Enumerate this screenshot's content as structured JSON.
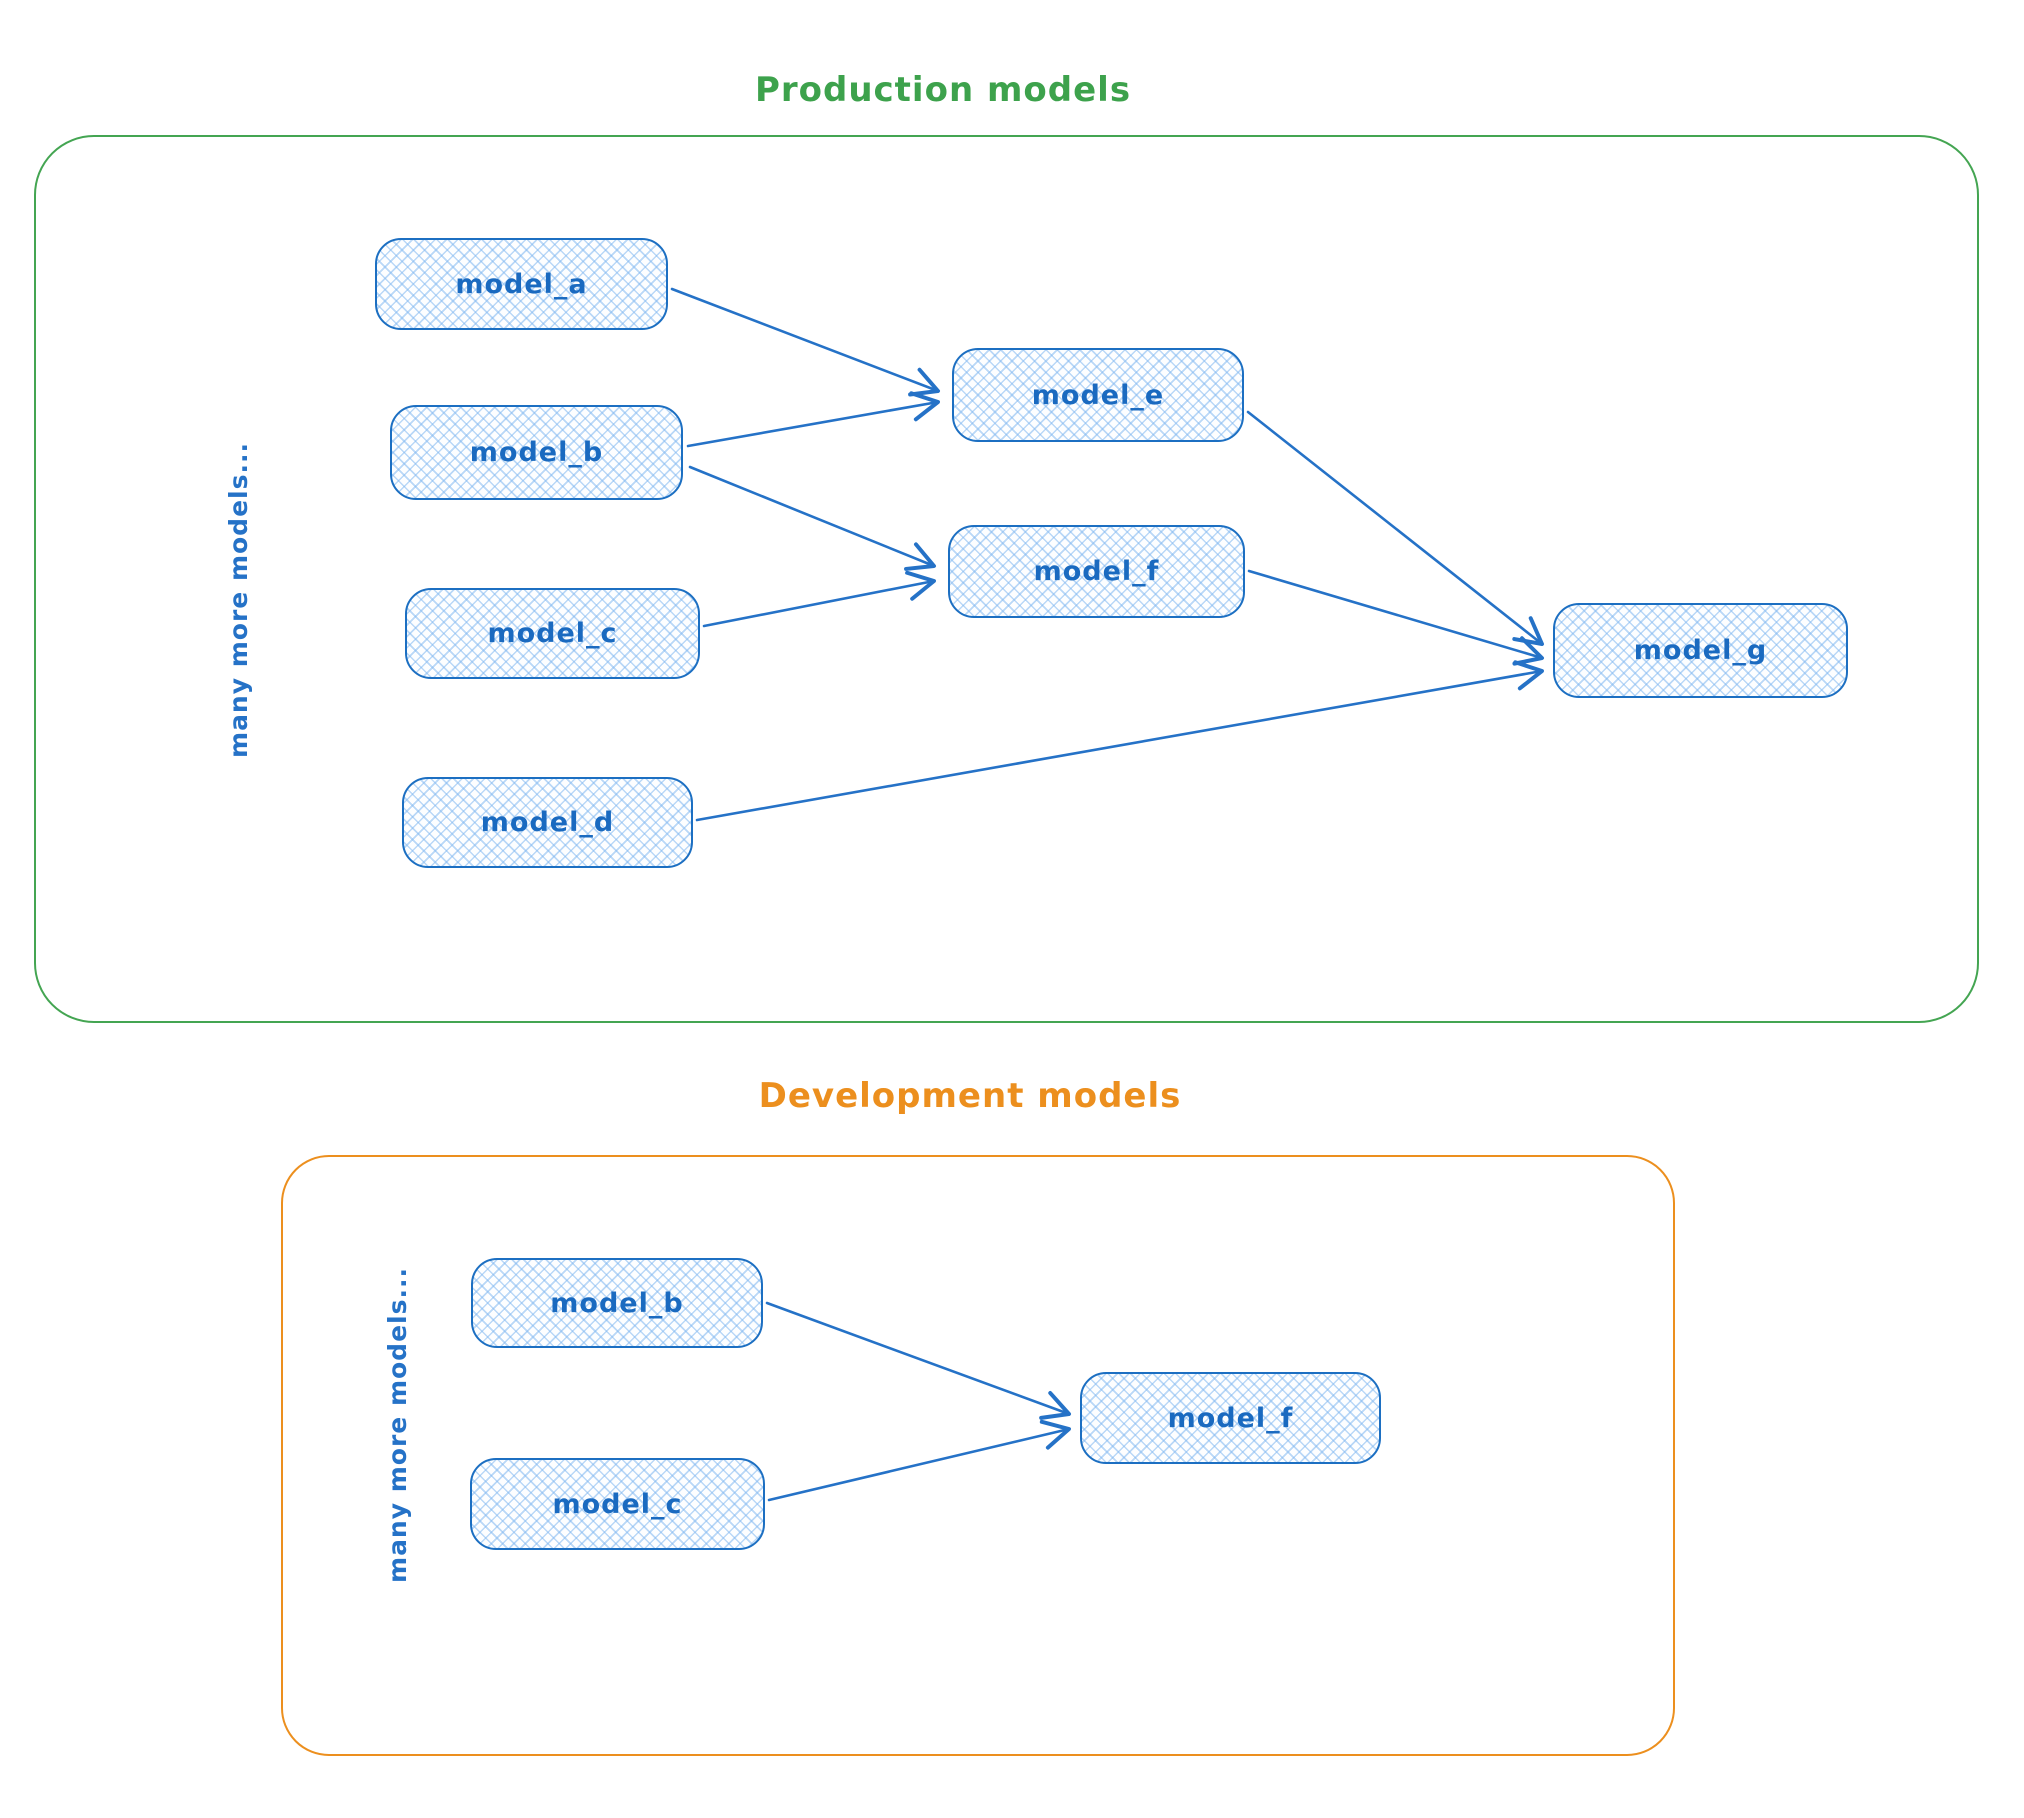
{
  "diagram": {
    "production": {
      "title": "Production models",
      "accent_color": "#3da24c",
      "side_label": "many more models...",
      "nodes": {
        "model_a": "model_a",
        "model_b": "model_b",
        "model_c": "model_c",
        "model_d": "model_d",
        "model_e": "model_e",
        "model_f": "model_f",
        "model_g": "model_g"
      },
      "edges": [
        {
          "from": "model_a",
          "to": "model_e"
        },
        {
          "from": "model_b",
          "to": "model_e"
        },
        {
          "from": "model_b",
          "to": "model_f"
        },
        {
          "from": "model_c",
          "to": "model_f"
        },
        {
          "from": "model_e",
          "to": "model_g"
        },
        {
          "from": "model_f",
          "to": "model_g"
        },
        {
          "from": "model_d",
          "to": "model_g"
        }
      ]
    },
    "development": {
      "title": "Development models",
      "accent_color": "#ec8f1e",
      "side_label": "many more models...",
      "nodes": {
        "model_b": "model_b",
        "model_c": "model_c",
        "model_f": "model_f"
      },
      "edges": [
        {
          "from": "model_b",
          "to": "model_f"
        },
        {
          "from": "model_c",
          "to": "model_f"
        }
      ]
    },
    "node_style": {
      "stroke_color": "#1c6fc2",
      "text_color": "#1a6ac0",
      "fill": "light-blue-crosshatch"
    }
  }
}
